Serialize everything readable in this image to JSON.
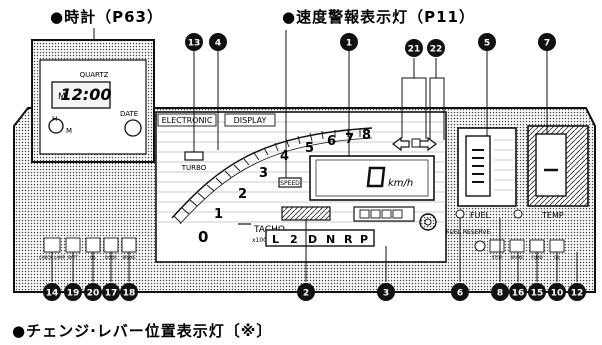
{
  "captions": {
    "clock": "●時計（P63）",
    "speed_warning": "●速度警報表示灯（P11）",
    "gear_indicator": "●チェンジ·レバー位置表示灯〔※〕"
  },
  "clock": {
    "brand": "QUARTZ",
    "time": "12:00",
    "am_pm": "M",
    "h_label": "H",
    "m_label": "M",
    "date_label": "DATE"
  },
  "panel": {
    "electronic": "ELECTRONIC",
    "display": "DISPLAY",
    "turbo": "TURBO",
    "speed": "SPEED",
    "tacho": "TACHO",
    "tacho_unit": "x1000r/min",
    "speed_unit": "km/h",
    "fuel": "FUEL",
    "temp": "TEMP",
    "fuel_reserve": "FUEL RESERVE",
    "tach_scale": [
      "0",
      "1",
      "2",
      "3",
      "4",
      "5",
      "6",
      "7",
      "8"
    ],
    "gear_positions": [
      "L",
      "2",
      "D",
      "N",
      "R",
      "P"
    ],
    "left_switches": [
      "CHECK LAMP",
      "BATT",
      "OIL",
      "DOOR",
      "BRAKE"
    ],
    "right_switches": [
      "STOP",
      "BRAKE",
      "FLUID",
      "OIL"
    ]
  },
  "callouts": {
    "top": [
      "13",
      "4",
      "1",
      "21",
      "22",
      "5",
      "7"
    ],
    "bottom_left": [
      "14",
      "19",
      "20",
      "17",
      "18"
    ],
    "bottom_mid": [
      "2",
      "3",
      "6"
    ],
    "bottom_right": [
      "8",
      "16",
      "15",
      "10",
      "12"
    ]
  }
}
